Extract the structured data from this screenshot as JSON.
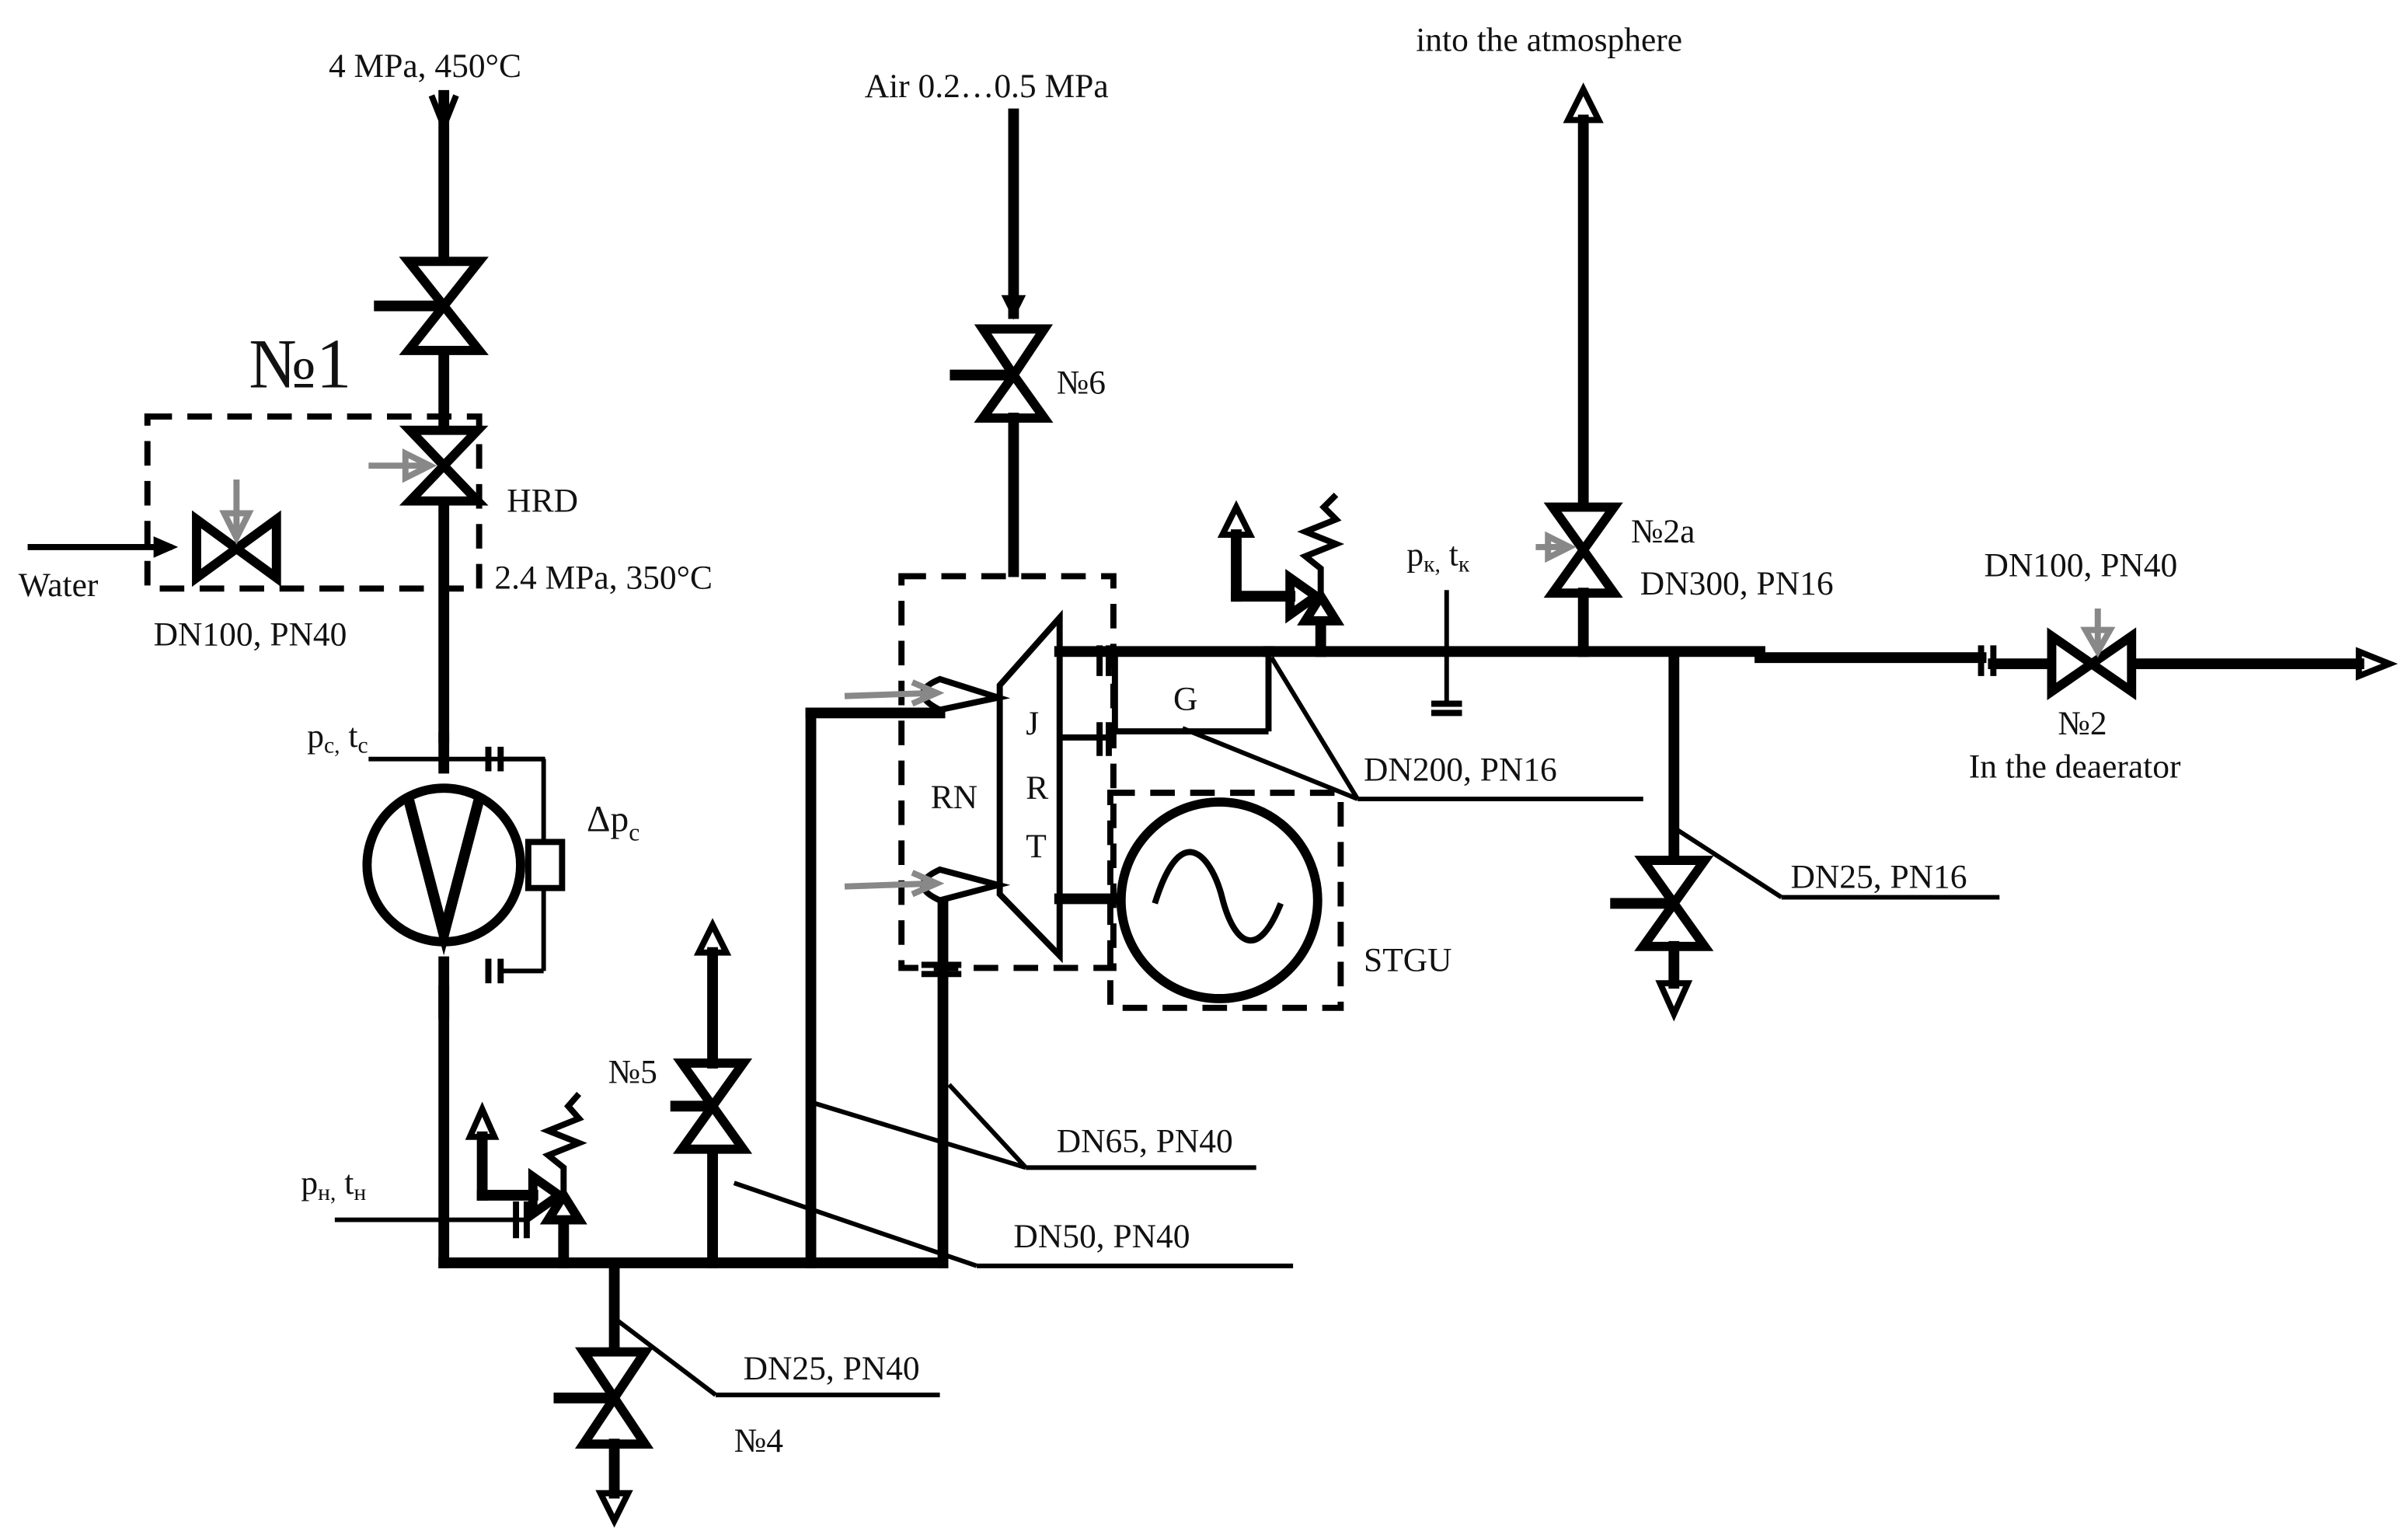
{
  "labels": {
    "steam_in": "4 MPa, 450°C",
    "air_in": "Air 0.2…0.5 MPa",
    "atmosphere": "into the atmosphere",
    "water": "Water",
    "no1": "№1",
    "hrd": "HRD",
    "after_hrd": "2.4 MPa, 350°C",
    "dn100_pn40_left": "DN100, PN40",
    "no6": "№6",
    "no2a": "№2a",
    "dn300_pn16": "DN300, PN16",
    "dn100_pn40_right": "DN100, PN40",
    "no2": "№2",
    "deaerator": "In the deaerator",
    "gen_g": "G",
    "dn200_pn16": "DN200, PN16",
    "rn": "RN",
    "jrt_j": "J",
    "jrt_r": "R",
    "jrt_t": "T",
    "stgu": "STGU",
    "dn25_pn16": "DN25, PN16",
    "delta_p": "Δp",
    "delta_p_sub": "c",
    "pc": "p",
    "pc_sub": "c,",
    "tc": " t",
    "tc_sub": "c",
    "pk": "p",
    "pk_sub": "к,",
    "tk": " t",
    "tk_sub": "к",
    "pn": "p",
    "pn_sub": "н,",
    "tn": " t",
    "tn_sub": "н",
    "no5": "№5",
    "dn65_pn40": "DN65, PN40",
    "dn50_pn40": "DN50, PN40",
    "dn25_pn40": "DN25, PN40",
    "no4": "№4"
  },
  "icons": [
    "gate-valve-icon",
    "control-valve-icon",
    "safety-valve-icon",
    "flow-meter-icon",
    "generator-icon",
    "turbine-icon",
    "nozzle-icon",
    "arrow-icon",
    "flange-icon"
  ]
}
